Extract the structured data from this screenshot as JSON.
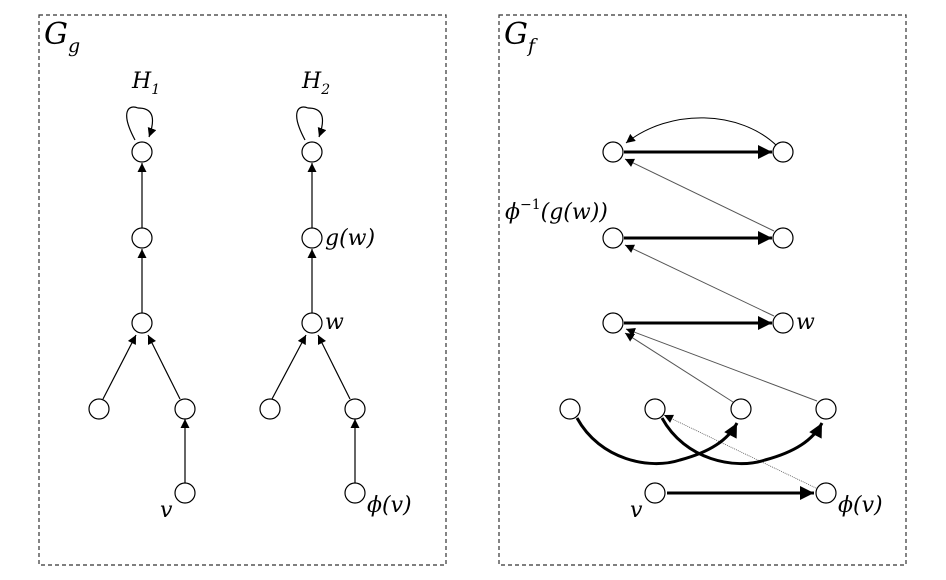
{
  "colors": {
    "stroke": "#000000",
    "thin_arrow": "#555555",
    "background": "#ffffff"
  },
  "panels": {
    "left": {
      "title_main": "G",
      "title_sub": "g",
      "columns": [
        {
          "label_main": "H",
          "label_sub": "1"
        },
        {
          "label_main": "H",
          "label_sub": "2"
        }
      ],
      "node_labels": {
        "g_w": "g(w)",
        "w": "w",
        "v": "v",
        "phi_v": "ϕ(v)"
      }
    },
    "right": {
      "title_main": "G",
      "title_sub": "f",
      "node_labels": {
        "phi_inv_prefix": "ϕ",
        "phi_inv_sup": "−1",
        "phi_inv_arg": "(g(w))",
        "w": "w",
        "v": "v",
        "phi_v": "ϕ(v)"
      }
    }
  }
}
